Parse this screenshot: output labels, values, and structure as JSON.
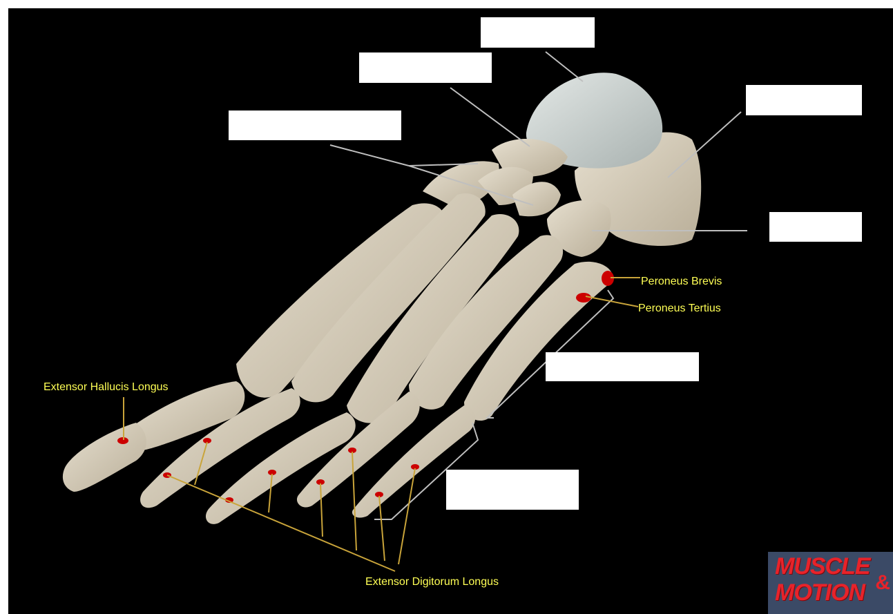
{
  "labels": {
    "peroneus_brevis": "Peroneus Brevis",
    "peroneus_tertius": "Peroneus Tertius",
    "extensor_hallucis_longus": "Extensor Hallucis Longus",
    "extensor_digitorum_longus": "Extensor Digitorum Longus"
  },
  "logo": {
    "line1": "MUSCLE",
    "amp": "&",
    "line2": "MOTION"
  },
  "colors": {
    "background": "#000000",
    "bone": "#d8cfbd",
    "attachment": "#cc0000",
    "label_text": "#ffff55",
    "leader_line": "#c9a43a",
    "pointer_line": "#bfbfbf",
    "label_box": "#ffffff"
  }
}
